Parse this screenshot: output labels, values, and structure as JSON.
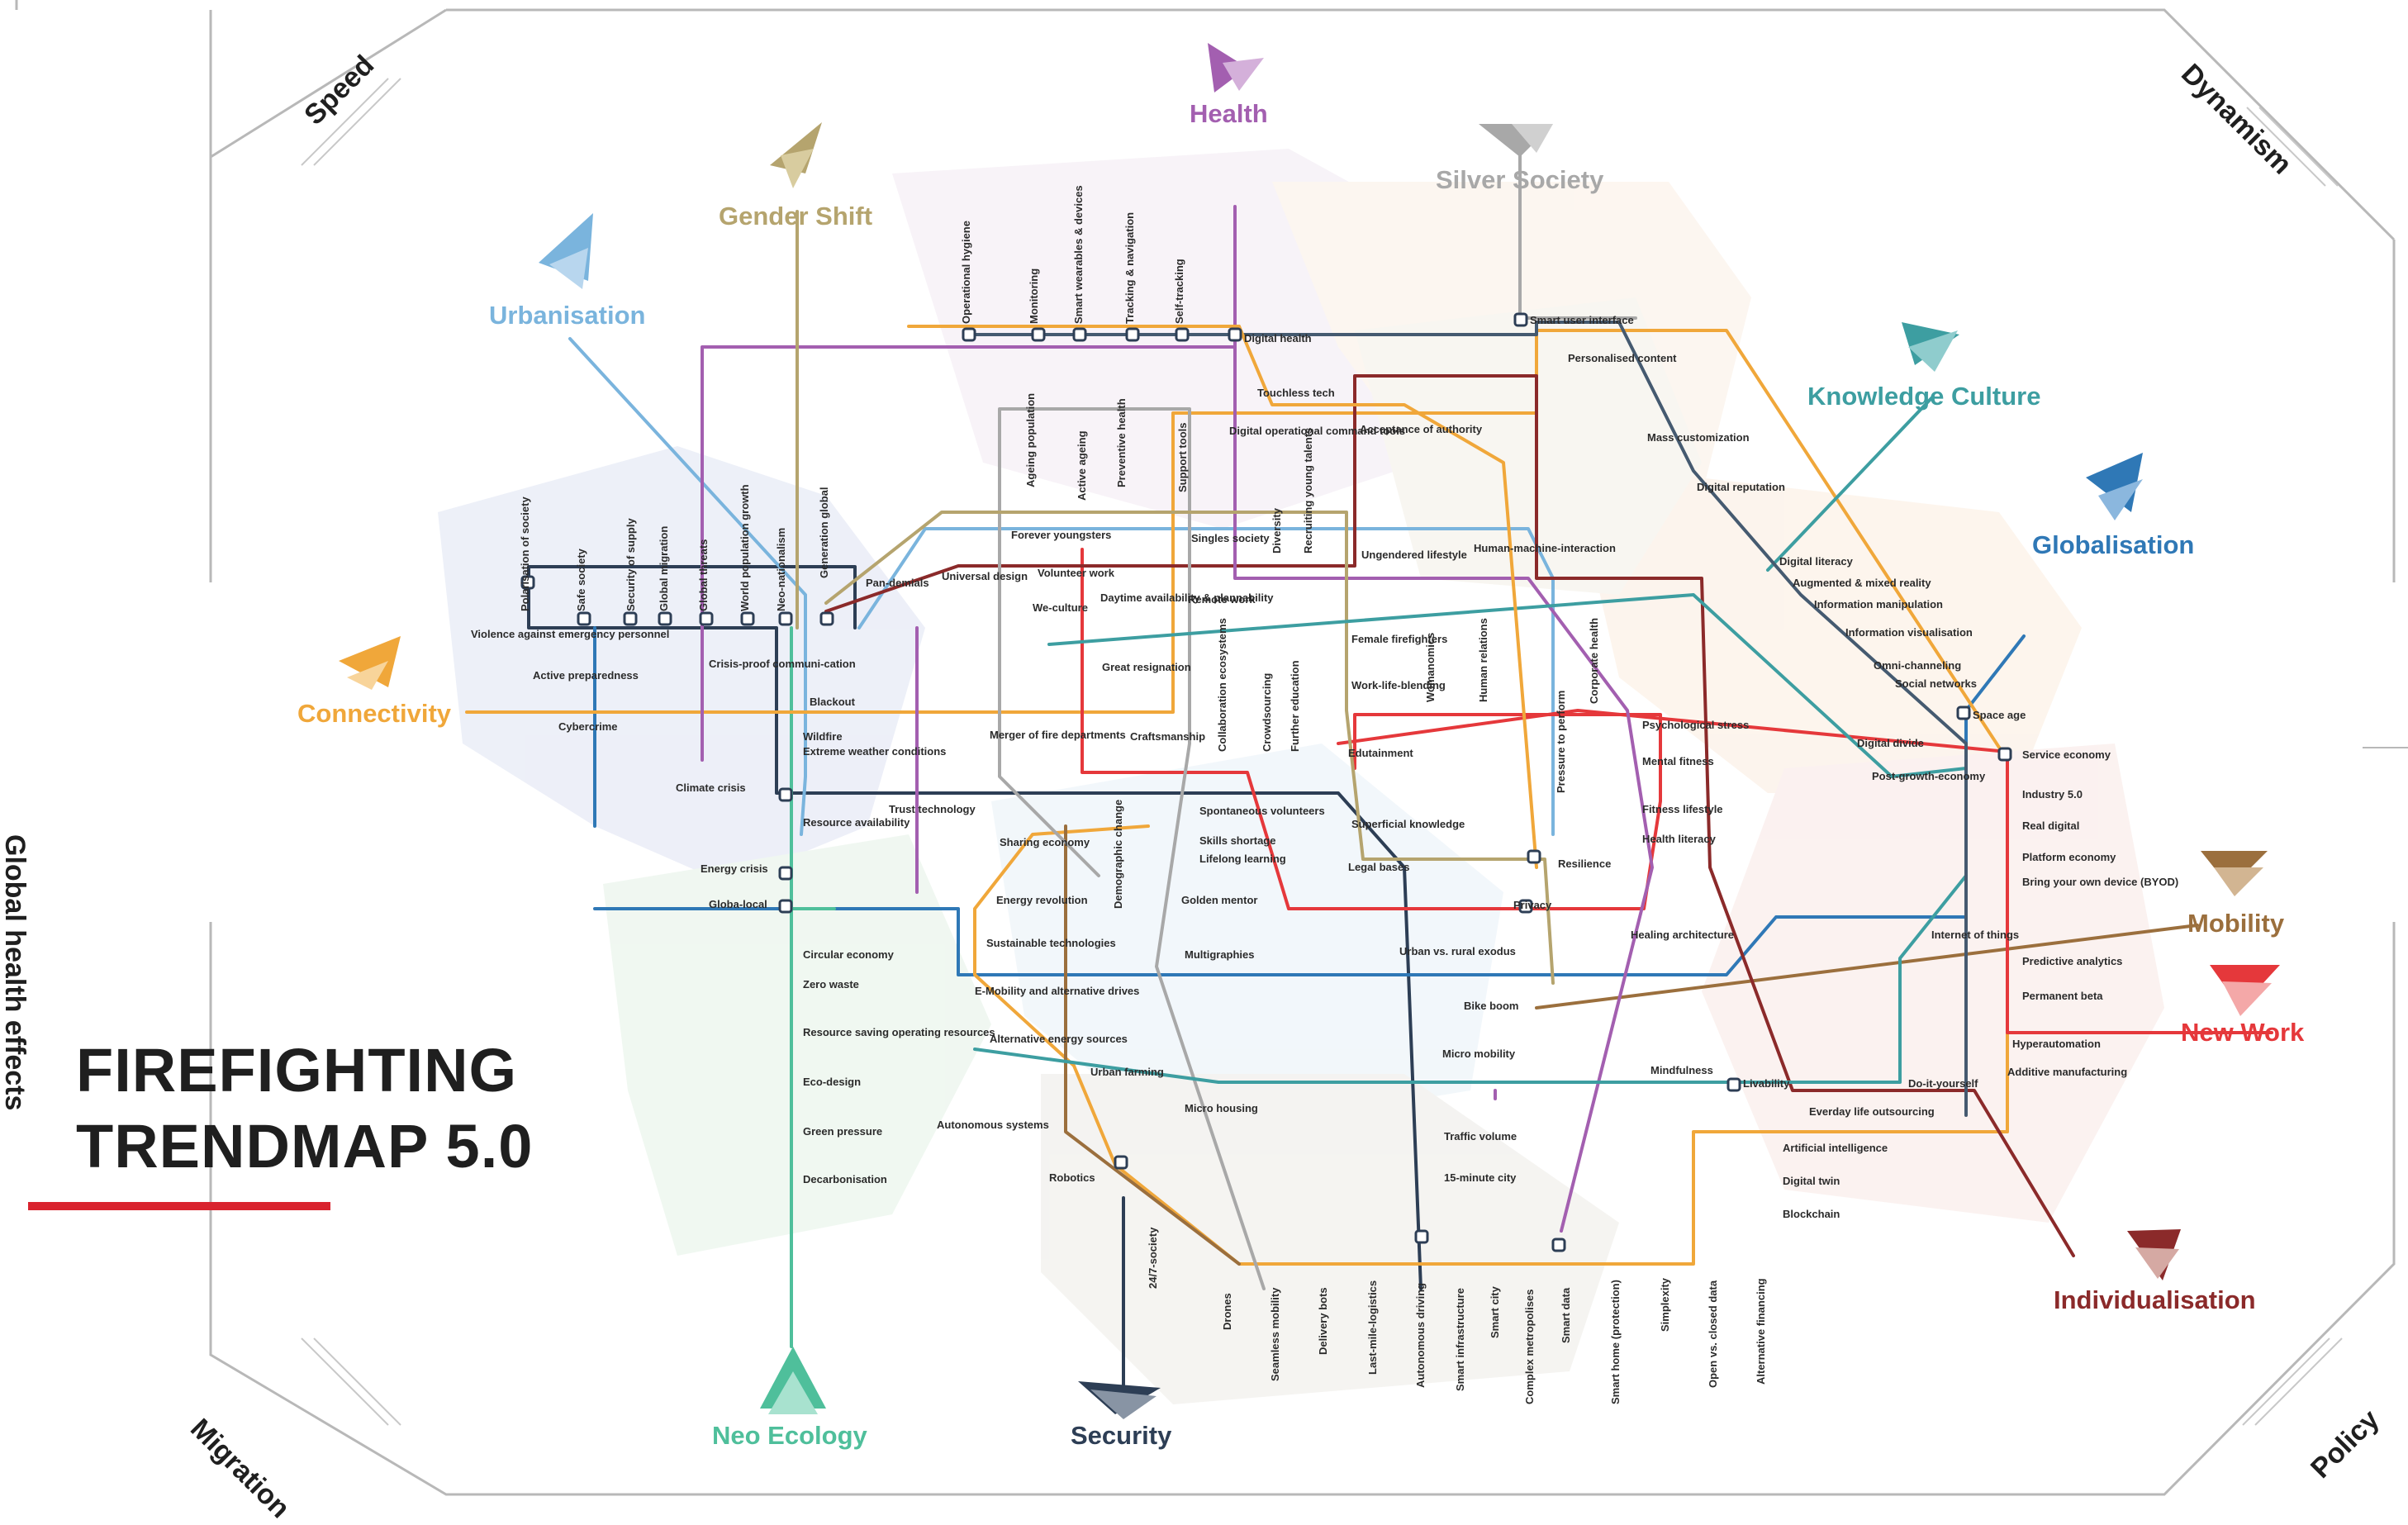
{
  "title": {
    "line1": "FIREFIGHTING",
    "line2": "TRENDMAP 5.0",
    "accent": "#d9232e"
  },
  "corners": {
    "speed": "Speed",
    "dynamism": "Dynamism",
    "global_health": "Global health effects",
    "migration": "Migration",
    "policy": "Policy"
  },
  "megatrends": [
    {
      "key": "health",
      "label": "Health",
      "color": "#a35fb0"
    },
    {
      "key": "silver",
      "label": "Silver Society",
      "color": "#a8a8a8"
    },
    {
      "key": "gender",
      "label": "Gender Shift",
      "color": "#b5a46e"
    },
    {
      "key": "urban",
      "label": "Urbanisation",
      "color": "#7ab4dd"
    },
    {
      "key": "knowledge",
      "label": "Knowledge Culture",
      "color": "#3d9ea1"
    },
    {
      "key": "global",
      "label": "Globalisation",
      "color": "#2f78b6"
    },
    {
      "key": "connect",
      "label": "Connectivity",
      "color": "#f0a73a"
    },
    {
      "key": "mobility",
      "label": "Mobility",
      "color": "#9b6f3d"
    },
    {
      "key": "newwork",
      "label": "New Work",
      "color": "#e5383b"
    },
    {
      "key": "indiv",
      "label": "Individualisation",
      "color": "#8b2a2a"
    },
    {
      "key": "eco",
      "label": "Neo Ecology",
      "color": "#4fbf9b"
    },
    {
      "key": "security",
      "label": "Security",
      "color": "#2d3e55"
    }
  ],
  "stations": {
    "polarisation": "Polarisation of society",
    "safe_society": "Safe society",
    "security_supply": "Security of supply",
    "global_migration": "Global migration",
    "global_threats": "Global threats",
    "world_pop": "World population growth",
    "neo_nationalism": "Neo-nationalism",
    "generation_global": "Generation global",
    "violence": "Violence against emergency personnel",
    "active_prep": "Active preparedness",
    "cybercrime": "Cybercrime",
    "crisis_proof": "Crisis-proof communi-cation",
    "blackout": "Blackout",
    "wildfire": "Wildfire",
    "extreme_weather": "Extreme weather conditions",
    "climate_crisis": "Climate crisis",
    "trust_tech": "Trust technology",
    "resource_avail": "Resource availability",
    "energy_crisis": "Energy crisis",
    "globa_local": "Globa-local",
    "circular": "Circular economy",
    "zero_waste": "Zero waste",
    "resource_saving": "Resource saving operating resources",
    "eco_design": "Eco-design",
    "green_pressure": "Green pressure",
    "decarb": "Decarbonisation",
    "op_hygiene": "Operational hygiene",
    "monitoring": "Monitoring",
    "smart_wearables": "Smart wearables & devices",
    "tracking": "Tracking & navigation",
    "self_tracking": "Self-tracking",
    "digital_health": "Digital health",
    "smart_ui": "Smart user interface",
    "personalised": "Personalised content",
    "mass_custom": "Mass customization",
    "digital_rep": "Digital reputation",
    "touchless": "Touchless tech",
    "digital_op": "Digital operational command tools",
    "acceptance": "Acceptance of authority",
    "ageing_pop": "Ageing population",
    "active_ageing": "Active ageing",
    "preventive": "Preventive health",
    "support_tools": "Support tools",
    "forever_young": "Forever youngsters",
    "singles": "Singles society",
    "diversity": "Diversity",
    "recruiting": "Recruiting young talents",
    "ungendered": "Ungendered lifestyle",
    "hmi": "Human-machine-interaction",
    "pandemials": "Pan-demials",
    "universal": "Universal design",
    "volunteer": "Volunteer work",
    "we_culture": "We-culture",
    "daytime": "Daytime availability & plannability",
    "remote": "Remote work",
    "great_res": "Great resignation",
    "female_ff": "Female firefighters",
    "womanomics": "Womanomics",
    "human_rel": "Human relations",
    "work_life": "Work-life-blending",
    "corporate_health": "Corporate health",
    "pressure": "Pressure to perform",
    "psych_stress": "Psychological stress",
    "mental": "Mental fitness",
    "fitness": "Fitness lifestyle",
    "health_lit": "Health literacy",
    "merger": "Merger of fire departments",
    "craftsmanship": "Craftsmanship",
    "collab": "Collaboration ecosystems",
    "crowdsourcing": "Crowdsourcing",
    "further_edu": "Further education",
    "edutainment": "Edutainment",
    "spont_vol": "Spontaneous volunteers",
    "skills_short": "Skills shortage",
    "lifelong": "Lifelong learning",
    "superficial": "Superficial knowledge",
    "legal": "Legal bases",
    "resilience": "Resilience",
    "privacy": "Privacy",
    "sharing": "Sharing economy",
    "energy_rev": "Energy revolution",
    "demographic": "Demographic change",
    "golden": "Golden mentor",
    "sustainable": "Sustainable technologies",
    "multigraphies": "Multigraphies",
    "urban_rural": "Urban vs. rural exodus",
    "healing": "Healing architecture",
    "emobility": "E-Mobility and alternative drives",
    "alt_energy": "Alternative energy sources",
    "urban_farming": "Urban farming",
    "micro_housing": "Micro housing",
    "autonomous_sys": "Autonomous systems",
    "robotics": "Robotics",
    "society247": "24/7-society",
    "bike_boom": "Bike boom",
    "micro_mob": "Micro mobility",
    "traffic_vol": "Traffic volume",
    "city15": "15-minute city",
    "mindfulness": "Mindfulness",
    "livability": "Livability",
    "diy": "Do-it-yourself",
    "everyday_out": "Everday life outsourcing",
    "ai": "Artificial intelligence",
    "twin": "Digital twin",
    "blockchain": "Blockchain",
    "digital_lit": "Digital literacy",
    "aug_reality": "Augmented & mixed reality",
    "info_manip": "Information manipulation",
    "info_vis": "Information visualisation",
    "omni": "Omni-channeling",
    "social": "Social networks",
    "digital_divide": "Digital divide",
    "post_growth": "Post-growth-economy",
    "space_age": "Space age",
    "service_econ": "Service economy",
    "industry5": "Industry 5.0",
    "real_digital": "Real digital",
    "platform": "Platform economy",
    "byod": "Bring your own device (BYOD)",
    "iot": "Internet of things",
    "predictive": "Predictive analytics",
    "perm_beta": "Permanent beta",
    "hyperauto": "Hyperautomation",
    "additive": "Additive manufacturing",
    "drones": "Drones",
    "seamless": "Seamless mobility",
    "delivery_bots": "Delivery bots",
    "last_mile": "Last-mile-logistics",
    "auto_driving": "Autonomous driving",
    "smart_infra": "Smart infrastructure",
    "smart_city": "Smart city",
    "complex_metro": "Complex metropolises",
    "smart_data": "Smart data",
    "smart_home": "Smart home (protection)",
    "simplexity": "Simplexity",
    "open_closed": "Open vs. closed data",
    "alt_fin": "Alternative financing"
  }
}
